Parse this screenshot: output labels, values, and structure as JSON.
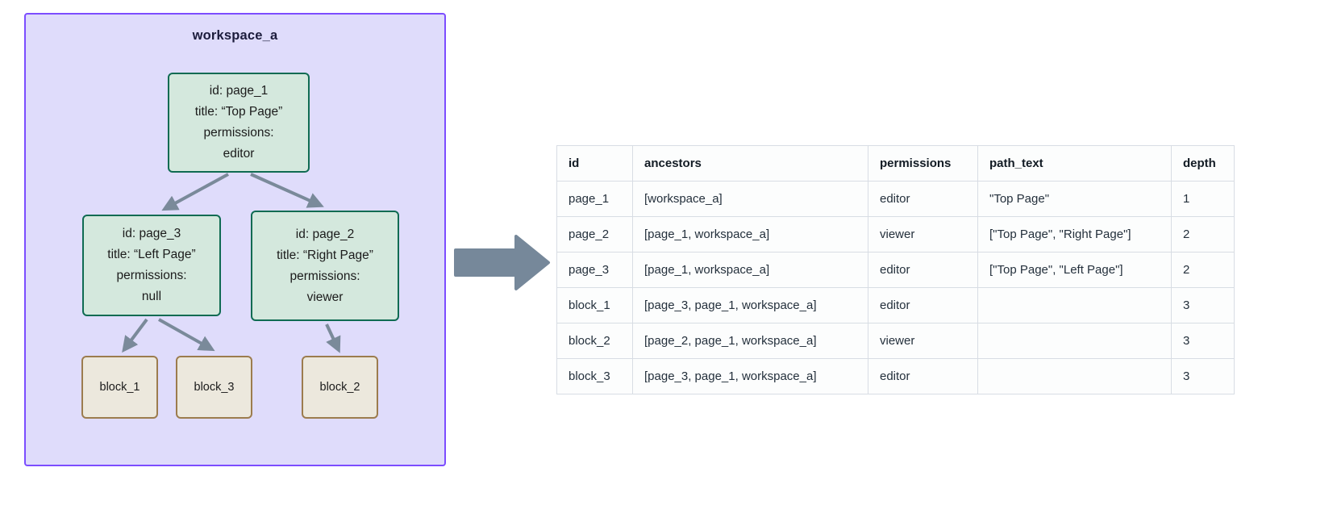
{
  "workspace": {
    "title": "workspace_a",
    "fill_color": "#dfdcfb",
    "border_color": "#7c4dff"
  },
  "nodes": {
    "page_1": {
      "id_line": "id: page_1",
      "title_line": "title: “Top Page”",
      "permissions_label": "permissions:",
      "permissions_value": "editor",
      "fill_color": "#d4e8dd",
      "border_color": "#0f6b52"
    },
    "page_3": {
      "id_line": "id: page_3",
      "title_line": "title: “Left Page”",
      "permissions_label": "permissions:",
      "permissions_value": "null",
      "fill_color": "#d4e8dd",
      "border_color": "#0f6b52"
    },
    "page_2": {
      "id_line": "id: page_2",
      "title_line": "title: “Right Page”",
      "permissions_label": "permissions:",
      "permissions_value": "viewer",
      "fill_color": "#d4e8dd",
      "border_color": "#0f6b52"
    },
    "block_1": {
      "label": "block_1",
      "fill_color": "#ece8dd",
      "border_color": "#9c7c4e"
    },
    "block_3": {
      "label": "block_3",
      "fill_color": "#ece8dd",
      "border_color": "#9c7c4e"
    },
    "block_2": {
      "label": "block_2",
      "fill_color": "#ece8dd",
      "border_color": "#9c7c4e"
    }
  },
  "edges": {
    "color": "#7a8a9a",
    "list": [
      {
        "from": "page_1",
        "to": "page_3"
      },
      {
        "from": "page_1",
        "to": "page_2"
      },
      {
        "from": "page_3",
        "to": "block_1"
      },
      {
        "from": "page_3",
        "to": "block_3"
      },
      {
        "from": "page_2",
        "to": "block_2"
      }
    ]
  },
  "transition_arrow": {
    "direction": "right",
    "color": "#76889a"
  },
  "table": {
    "columns": [
      "id",
      "ancestors",
      "permissions",
      "path_text",
      "depth"
    ],
    "rows": [
      {
        "id": "page_1",
        "ancestors": "[workspace_a]",
        "permissions": "editor",
        "path_text": "\"Top Page\"",
        "depth": "1"
      },
      {
        "id": "page_2",
        "ancestors": "[page_1, workspace_a]",
        "permissions": "viewer",
        "path_text": "[\"Top Page\", \"Right Page\"]",
        "depth": "2"
      },
      {
        "id": "page_3",
        "ancestors": "[page_1, workspace_a]",
        "permissions": "editor",
        "path_text": "[\"Top Page\", \"Left Page\"]",
        "depth": "2"
      },
      {
        "id": "block_1",
        "ancestors": "[page_3, page_1, workspace_a]",
        "permissions": "editor",
        "path_text": "",
        "depth": "3"
      },
      {
        "id": "block_2",
        "ancestors": "[page_2, page_1, workspace_a]",
        "permissions": "viewer",
        "path_text": "",
        "depth": "3"
      },
      {
        "id": "block_3",
        "ancestors": "[page_3, page_1, workspace_a]",
        "permissions": "editor",
        "path_text": "",
        "depth": "3"
      }
    ]
  }
}
